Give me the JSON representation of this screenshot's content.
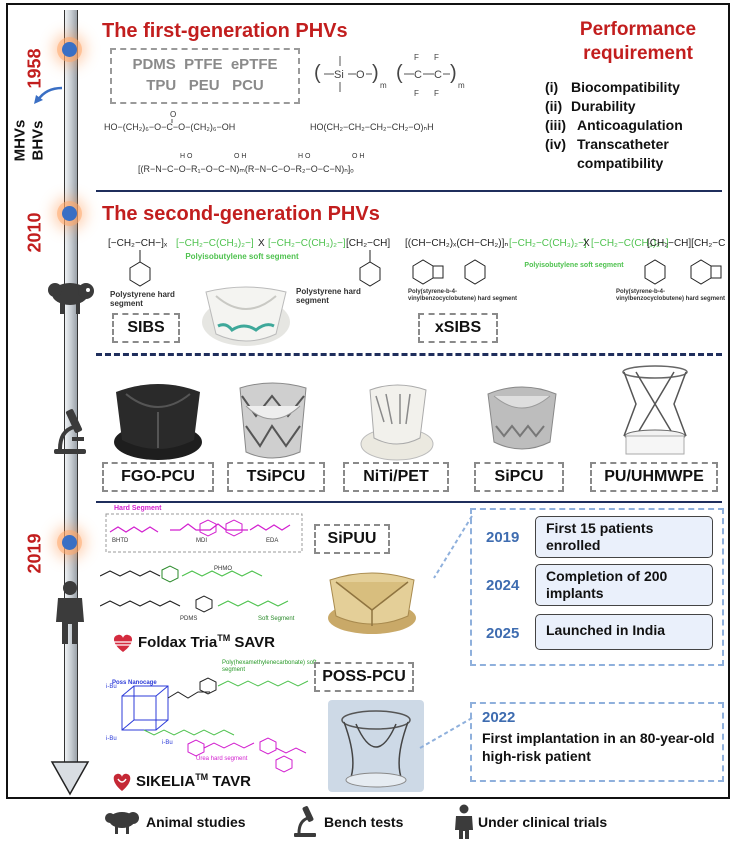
{
  "timeline": {
    "years": [
      "1958",
      "2010",
      "2019"
    ],
    "side_label_1": "MHVs",
    "side_label_2": "BHVs"
  },
  "section1": {
    "title": "The first-generation PHVs",
    "polymers": [
      "PDMS",
      "PTFE",
      "ePTFE",
      "TPU",
      "PEU",
      "PCU"
    ],
    "formula_siloxane": "-(Si-O)m-",
    "formula_ptfe": "-(CF2-CF2)m-",
    "formula_pcu_diol": "HO-(CH2)6-O-C(=O)-O-(CH2)6-OH",
    "formula_ptmo": "HO-(CH2-CH2-CH2-CH2-O)n-H",
    "formula_pu": "-[R-NH-C(=O)-O-R1-O-C(=O)-NH]m-[R-NH-C(=O)-O-R2-O-C(=O)-NH]n-"
  },
  "requirements": {
    "title_line1": "Performance",
    "title_line2": "requirement",
    "items": [
      {
        "num": "(i)",
        "text": "Biocompatibility"
      },
      {
        "num": "(ii)",
        "text": "Durability"
      },
      {
        "num": "(iii)",
        "text": "Anticoagulation"
      },
      {
        "num": "(iv)",
        "text": "Transcatheter"
      },
      {
        "num": "",
        "text": "compatibility"
      }
    ]
  },
  "section2": {
    "title": "The second-generation PHVs",
    "sibs_labels": {
      "hard_left": "Polystyrene hard segment",
      "soft": "Polyisobutylene soft segment",
      "hard_right": "Polystyrene hard segment"
    },
    "xsibs_labels": {
      "hard_left": "Poly(styrene-b-4-vinylbenzocyclobutene) hard segment",
      "soft": "Polyisobutylene soft segment",
      "hard_right": "Poly(styrene-b-4-vinylbenzocyclobutene) hard segment"
    },
    "sibs_box": "SIBS",
    "xsibs_box": "xSIBS"
  },
  "section3": {
    "valves": [
      "FGO-PCU",
      "TSiPCU",
      "NiTi/PET",
      "SiPCU",
      "PU/UHMWPE"
    ]
  },
  "section4": {
    "sipuu_box": "SiPUU",
    "poss_box": "POSS-PCU",
    "structure_labels": {
      "hard_segment": "Hard Segment",
      "bhtd": "BHTD",
      "mdi": "MDI",
      "eda": "EDA",
      "phmo": "PHMO",
      "pdms": "PDMS",
      "soft_segment": "Soft Segment",
      "poss_nanocage": "Poss Nanocage",
      "poly_soft": "Poly(hexamethylenecarbonate) soft segment",
      "urea_hard": "Urea hard segment"
    },
    "foldax_name": "Foldax Tria",
    "foldax_tm": "TM",
    "foldax_suffix": " SAVR",
    "sikelia_name": "SIKELIA",
    "sikelia_tm": "TM",
    "sikelia_suffix": " TAVR",
    "milestones": [
      {
        "year": "2019",
        "event": "First 15 patients enrolled"
      },
      {
        "year": "2024",
        "event": "Completion of 200 implants"
      },
      {
        "year": "2025",
        "event": "Launched in India"
      }
    ],
    "poss_milestone": {
      "year": "2022",
      "event": "First implantation in an 80-year-old high-risk patient"
    }
  },
  "legend": {
    "animal": "Animal studies",
    "bench": "Bench tests",
    "clinical": "Under clinical trials"
  },
  "colors": {
    "title_red": "#c21e1e",
    "dot_blue": "#3a6fc4",
    "divider_navy": "#1f2e5c",
    "soft_segment_green": "#4fc24f",
    "hard_segment_magenta": "#d21fcf",
    "poss_blue": "#2c3bd8",
    "timeline_blue": "#3e6cb0"
  }
}
